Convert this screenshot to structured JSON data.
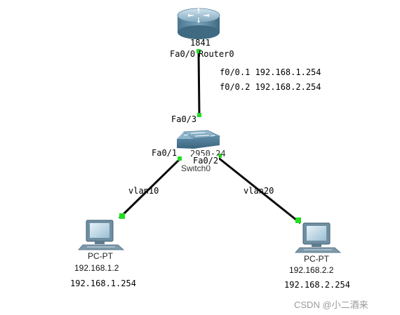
{
  "router": {
    "model": "1841",
    "name": "Router0",
    "interface": "Fa0/0",
    "subinterfaces": [
      "f0/0.1  192.168.1.254",
      "f0/0.2  192.168.2.254"
    ]
  },
  "switch": {
    "model": "2950-24",
    "name": "Switch0",
    "port_to_router": "Fa0/3",
    "port_to_pc1": "Fa0/1",
    "port_to_pc2": "Fa0/2"
  },
  "links": {
    "pc1_vlan": "vlan10",
    "pc2_vlan": "vlan20"
  },
  "pc1": {
    "type": "PC-PT",
    "ip": "192.168.1.2",
    "gateway": "192.168.1.254"
  },
  "pc2": {
    "type": "PC-PT",
    "ip": "192.168.2.2",
    "gateway": "192.168.2.254"
  },
  "watermark": "CSDN @小二酒来",
  "colors": {
    "link": "#0a0a0a",
    "link_up": "#22dd22"
  }
}
